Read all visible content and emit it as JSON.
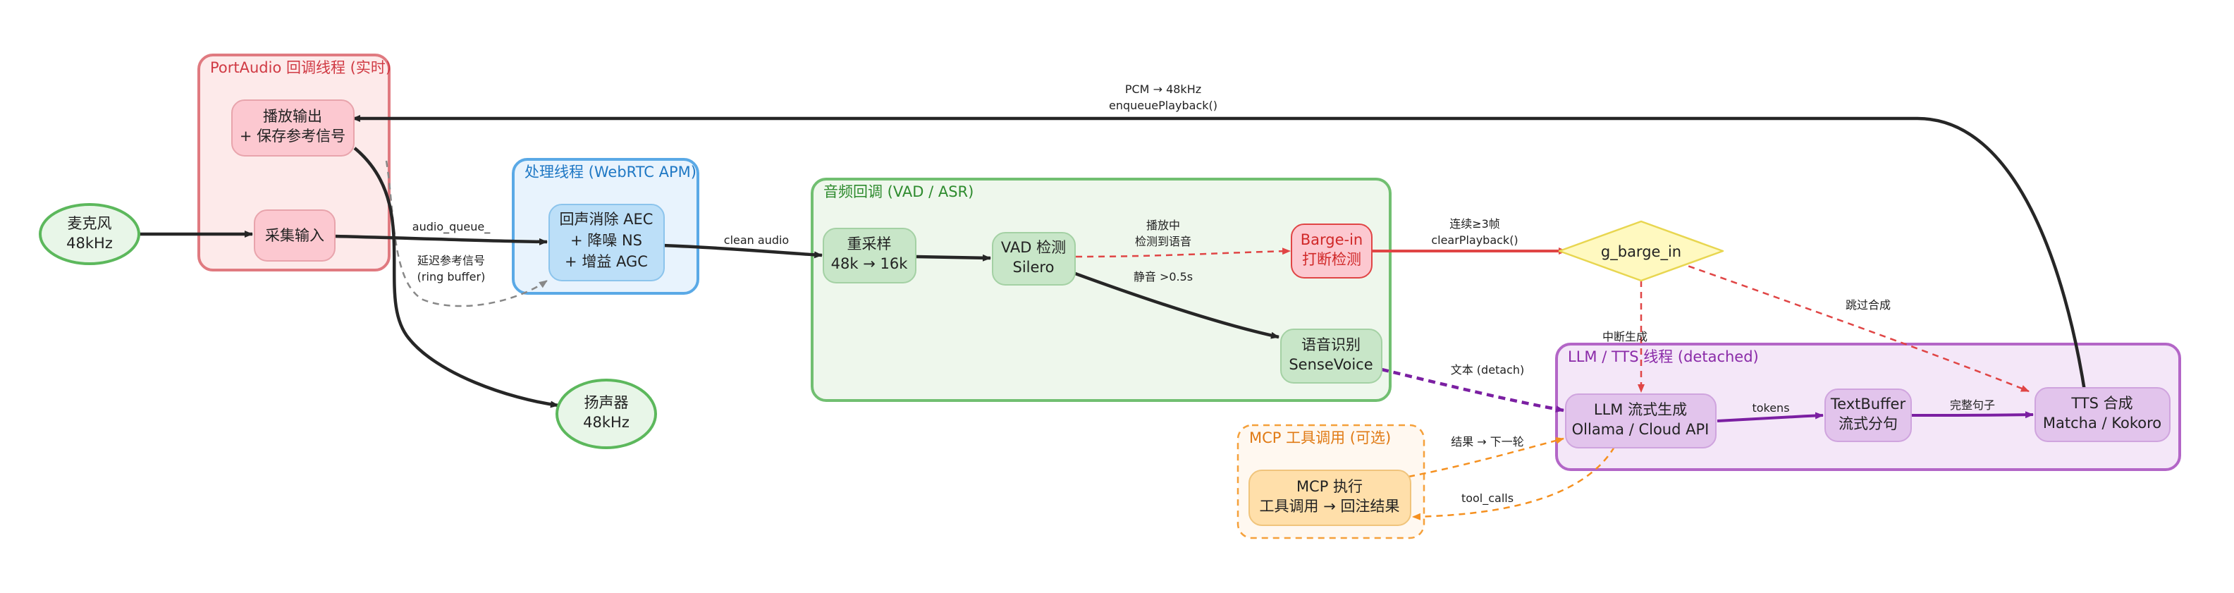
{
  "colors": {
    "portaudio": "#e07a80",
    "webrtc": "#5aa9e6",
    "vad_asr": "#71bf71",
    "llm_tts": "#b366c7",
    "mcp": "#f5a03a",
    "io_stroke": "#5cb85c",
    "red_edge": "#e04545",
    "purple_edge": "#7b1fa2",
    "orange_edge": "#f5901f",
    "dark_edge": "#262626"
  },
  "clusters": {
    "portaudio": "PortAudio 回调线程 (实时)",
    "webrtc": "处理线程 (WebRTC APM)",
    "vad_asr": "音频回调 (VAD / ASR)",
    "llm_tts": "LLM / TTS 线程 (detached)",
    "mcp": "MCP 工具调用 (可选)"
  },
  "nodes": {
    "mic": [
      "麦克风",
      "48kHz"
    ],
    "capture": [
      "采集输入"
    ],
    "playback": [
      "播放输出",
      "+ 保存参考信号"
    ],
    "speaker": [
      "扬声器",
      "48kHz"
    ],
    "aec": [
      "回声消除 AEC",
      "+ 降噪 NS",
      "+ 增益 AGC"
    ],
    "resample": [
      "重采样",
      "48k → 16k"
    ],
    "vad": [
      "VAD 检测",
      "Silero"
    ],
    "bargein": [
      "Barge-in",
      "打断检测"
    ],
    "asr": [
      "语音识别",
      "SenseVoice"
    ],
    "flag": [
      "g_barge_in"
    ],
    "llm": [
      "LLM 流式生成",
      "Ollama / Cloud API"
    ],
    "textbuf": [
      "TextBuffer",
      "流式分句"
    ],
    "tts": [
      "TTS 合成",
      "Matcha / Kokoro"
    ],
    "mcp_exec": [
      "MCP 执行",
      "工具调用 → 回注结果"
    ]
  },
  "edges": {
    "tts_playback": [
      "PCM → 48kHz",
      "enqueuePlayback()"
    ],
    "capture_aec": [
      "audio_queue_"
    ],
    "playback_aec": [
      "延迟参考信号",
      "(ring buffer)"
    ],
    "aec_resample": [
      "clean audio"
    ],
    "vad_bargein": [
      "播放中",
      "检测到语音"
    ],
    "vad_asr": [
      "静音 >0.5s"
    ],
    "bargein_flag": [
      "连续≥3帧",
      "clearPlayback()"
    ],
    "flag_llm": [
      "中断生成"
    ],
    "flag_tts": [
      "跳过合成"
    ],
    "asr_llm": [
      "文本 (detach)"
    ],
    "llm_textbuf": [
      "tokens"
    ],
    "textbuf_tts": [
      "完整句子"
    ],
    "mcp_llm": [
      "结果 → 下一轮"
    ],
    "llm_mcp": [
      "tool_calls"
    ]
  }
}
